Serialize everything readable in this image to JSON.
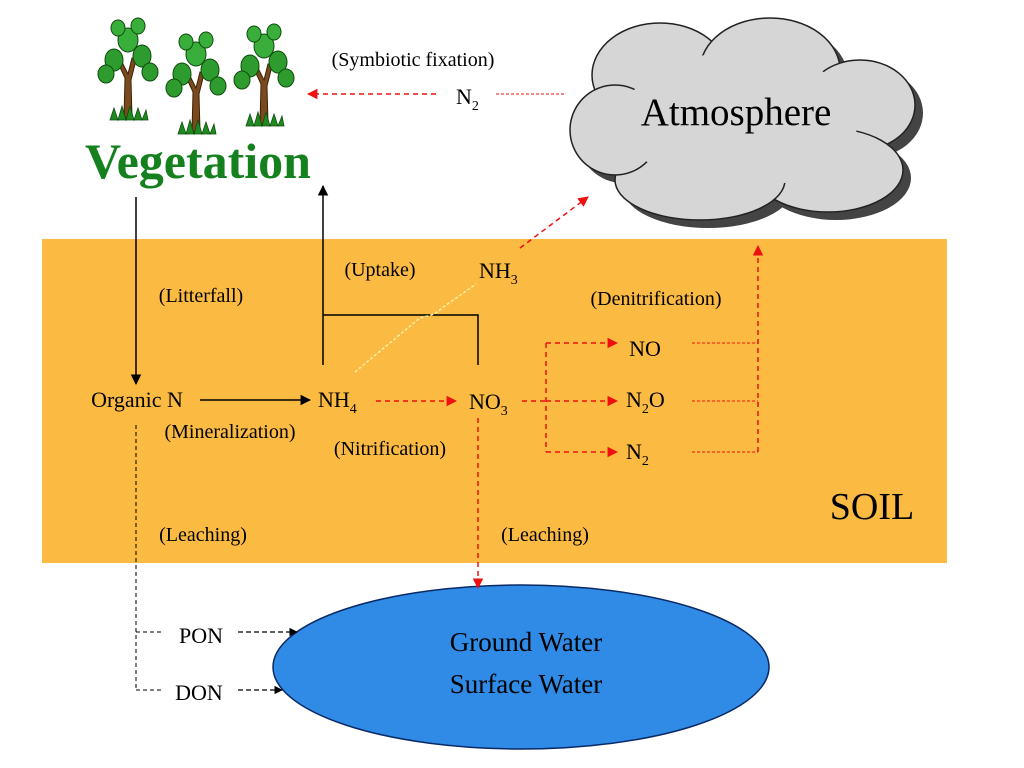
{
  "labels": {
    "vegetation": "Vegetation",
    "atmosphere": "Atmosphere",
    "soil": "SOIL",
    "water_line1": "Ground Water",
    "water_line2": "Surface Water"
  },
  "species": {
    "n2_atm": {
      "base": "N",
      "sub": "2"
    },
    "nh3": {
      "base": "NH",
      "sub": "3"
    },
    "organic_n": "Organic N",
    "nh4": {
      "base": "NH",
      "sub": "4"
    },
    "no3": {
      "base": "NO",
      "sub": "3"
    },
    "no": "NO",
    "n2o": {
      "base": "N",
      "sub": "2",
      "tail": "O"
    },
    "n2_soil": {
      "base": "N",
      "sub": "2"
    },
    "pon": "PON",
    "don": "DON"
  },
  "processes": {
    "symbiotic_fixation": "(Symbiotic fixation)",
    "uptake": "(Uptake)",
    "litterfall": "(Litterfall)",
    "denitrification": "(Denitrification)",
    "mineralization": "(Mineralization)",
    "nitrification": "(Nitrification)",
    "leaching_left": "(Leaching)",
    "leaching_right": "(Leaching)"
  },
  "colors": {
    "soil": "#FBBA42",
    "vegetation_text": "#15801E",
    "water": "#2F8BE6",
    "cloud": "#D6D6D6",
    "red_flow": "#EE1111"
  },
  "icons": [
    "tree-icon",
    "cloud-shape",
    "water-ellipse"
  ]
}
